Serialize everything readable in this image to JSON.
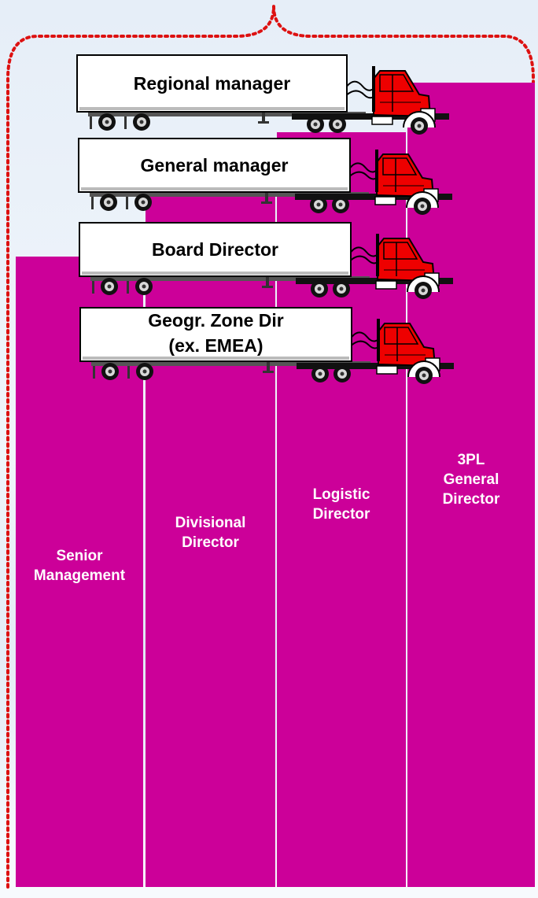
{
  "colors": {
    "column": "#cc0099",
    "divider": "#ffffff",
    "border": "#dd1111",
    "truck_cab": "#ee0000",
    "trailer": "#ffffff"
  },
  "columns": [
    {
      "id": "senior",
      "lines": [
        "Senior",
        "Management"
      ]
    },
    {
      "id": "divisional",
      "lines": [
        "Divisional",
        "Director"
      ]
    },
    {
      "id": "logistic",
      "lines": [
        "Logistic",
        "Director"
      ]
    },
    {
      "id": "3pl",
      "lines": [
        "3PL",
        "General",
        "Director"
      ]
    }
  ],
  "trucks": [
    {
      "id": "regional",
      "lines": [
        "Regional manager"
      ]
    },
    {
      "id": "general",
      "lines": [
        "General manager"
      ]
    },
    {
      "id": "board",
      "lines": [
        "Board Director"
      ]
    },
    {
      "id": "geogr",
      "lines": [
        "Geogr. Zone Dir",
        "(ex. EMEA)"
      ]
    }
  ]
}
